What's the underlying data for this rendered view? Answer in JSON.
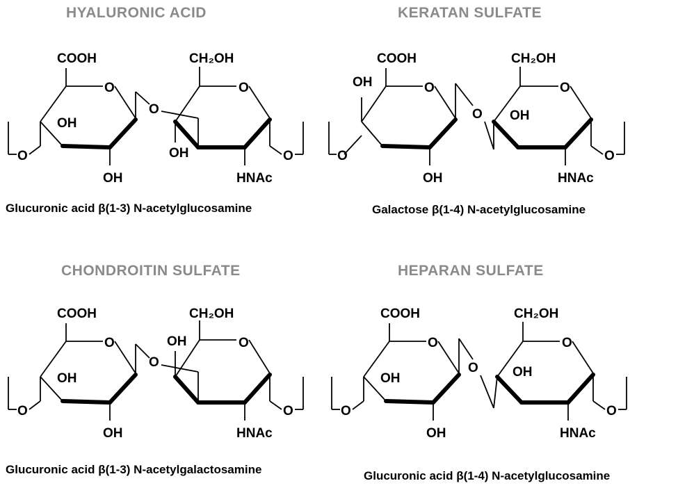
{
  "panels": [
    {
      "title": "HYALURONIC ACID",
      "caption": "Glucuronic acid β(1-3) N-acetylglucosamine",
      "ring1": {
        "top": "COOH",
        "ring_o": "O",
        "oh_upper": "OH",
        "oh_lower": "OH"
      },
      "link_o": "O",
      "ring2": {
        "top": "CH₂OH",
        "ring_o": "O",
        "oh": "OH",
        "n": "HNAc"
      },
      "end_left": "O",
      "end_right": "O"
    },
    {
      "title": "KERATAN  SULFATE",
      "caption": "Galactose β(1-4) N-acetylglucosamine",
      "ring1": {
        "top": "COOH",
        "ring_o": "O",
        "oh_side": "OH",
        "oh_lower": "OH"
      },
      "link_o": "O",
      "ring2": {
        "top": "CH₂OH",
        "ring_o": "O",
        "oh": "OH",
        "n": "HNAc"
      },
      "end_left": "O",
      "end_right": "O"
    },
    {
      "title": "CHONDROITIN  SULFATE",
      "caption": "Glucuronic acid β(1-3) N-acetylgalactosamine",
      "ring1": {
        "top": "COOH",
        "ring_o": "O",
        "oh_upper": "OH",
        "oh_lower": "OH"
      },
      "link_o": "O",
      "ring2": {
        "top": "CH₂OH",
        "ring_o": "O",
        "oh": "OH",
        "n": "HNAc"
      },
      "end_left": "O",
      "end_right": "O"
    },
    {
      "title": "HEPARAN  SULFATE",
      "caption": "Glucuronic acid β(1-4) N-acetylglucosamine",
      "ring1": {
        "top": "COOH",
        "ring_o": "O",
        "oh_upper": "OH",
        "oh_lower": "OH"
      },
      "link_o": "O",
      "ring2": {
        "top": "CH₂OH",
        "ring_o": "O",
        "oh": "OH",
        "n": "HNAc"
      },
      "end_left": "O",
      "end_right": "O"
    }
  ]
}
